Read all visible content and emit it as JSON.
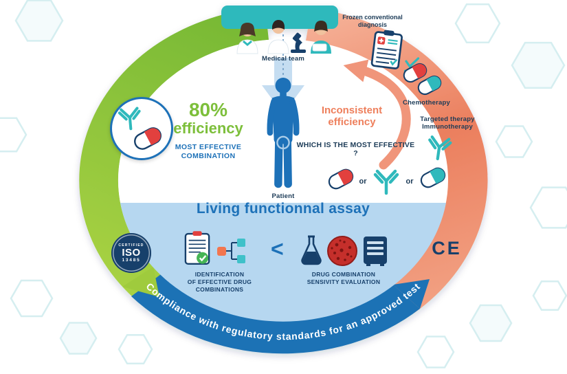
{
  "top": {
    "medical_team": "Medical team",
    "frozen_diagnosis": "Frozen conventional diagnosis",
    "chemotherapy": "Chemotherapy",
    "targeted_therapy": "Targeted therapy",
    "immunotherapy": "Immunotherapy",
    "inconsistent_1": "Inconsistent",
    "inconsistent_2": "efficiency",
    "efficiency_value": "80%",
    "efficiency_word": "efficiency",
    "most_effective_1": "MOST EFFECTIVE",
    "most_effective_2": "COMBINATION",
    "which_question": "WHICH IS THE MOST EFFECTIVE ?",
    "patient": "Patient",
    "or_first": "or",
    "or_second": "or"
  },
  "assay": {
    "title": "Living functionnal assay",
    "identification_caption": [
      "IDENTIFICATION",
      "OF EFFECTIVE DRUG",
      "COMBINATIONS"
    ],
    "evaluation_caption": [
      "DRUG COMBINATION",
      "SENSIVITY EVALUATION"
    ],
    "flow_chevron": "<"
  },
  "badges": {
    "iso_certified": "CERTIFIED",
    "iso": "ISO",
    "iso_number": "13485",
    "ce": "CE"
  },
  "ring": {
    "compliance": "Compliance with regulatory standards for an approved test"
  },
  "colors": {
    "green": "#7dbf3b",
    "orange": "#ee8465",
    "blue": "#1d71b8",
    "navy": "#17406b",
    "teal": "#2fb9bc",
    "red": "#e2403e",
    "light_blue": "#b6d7f0"
  }
}
